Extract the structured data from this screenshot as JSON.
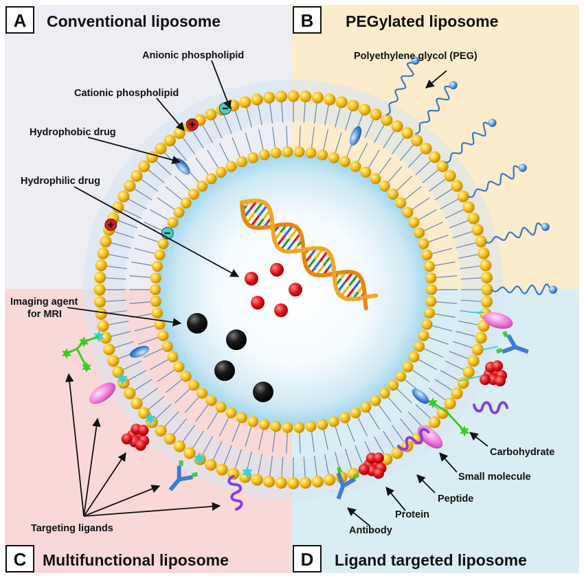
{
  "panels": [
    {
      "letter": "A",
      "title": "Conventional liposome"
    },
    {
      "letter": "B",
      "title": "PEGylated liposome"
    },
    {
      "letter": "C",
      "title": "Multifunctional liposome"
    },
    {
      "letter": "D",
      "title": "Ligand targeted liposome"
    }
  ],
  "labels": {
    "anionic": "Anionic phospholipid",
    "cationic": "Cationic phospholipid",
    "hydrophobic": "Hydrophobic drug",
    "hydrophilic": "Hydrophilic drug",
    "peg": "Polyethylene glycol (PEG)",
    "imaging_1": "Imaging agent",
    "imaging_2": "for MRI",
    "targeting": "Targeting ligands",
    "carbohydrate": "Carbohydrate",
    "small_molecule": "Small molecule",
    "peptide": "Peptide",
    "protein": "Protein",
    "antibody": "Antibody"
  },
  "colors": {
    "panel_a": "#eceef4",
    "panel_b": "#fbeccb",
    "panel_c": "#f9d9d7",
    "panel_d": "#d9eef4",
    "head": "#f2b800",
    "tail": "#6a86a8",
    "hydrophilic_drug": "#e0141c",
    "imaging_agent": "#111111",
    "peg": "#3c78c6",
    "peptide": "#8a3ce0",
    "protein": "#e0141c",
    "small_molecule": "#f07ad8",
    "carbohydrate": "#3ccc22",
    "antibody": "#3d7ed0"
  }
}
